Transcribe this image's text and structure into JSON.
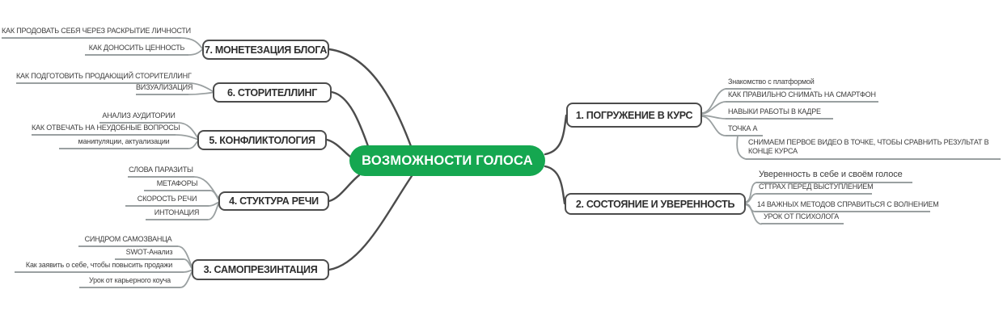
{
  "mindmap": {
    "root": {
      "label": "ВОЗМОЖНОСТИ ГОЛОСА"
    },
    "branches": [
      {
        "label": "1. ПОГРУЖЕНИЕ В КУРС",
        "side": "right",
        "children": [
          {
            "label": "Знакомство  с платформой"
          },
          {
            "label": "КАК ПРАВИЛЬНО СНИМАТЬ НА СМАРТФОН"
          },
          {
            "label": "НАВЫКИ РАБОТЫ В КАДРЕ"
          },
          {
            "label": "ТОЧКА А",
            "children": [
              {
                "label": "СНИМАЕМ ПЕРВОЕ ВИДЕО В ТОЧКЕ, ЧТОБЫ СРАВНИТЬ РЕЗУЛЬТАТ В КОНЦЕ КУРСА"
              }
            ]
          }
        ]
      },
      {
        "label": "2. СОСТОЯНИЕ И УВЕРЕННОСТЬ",
        "side": "right",
        "children": [
          {
            "label": "Уверенность в себе и своём голосе"
          },
          {
            "label": "СТТРАХ ПЕРЕД ВЫСТУПЛЕНИЕМ"
          },
          {
            "label": "14 ВАЖНЫХ МЕТОДОВ СПРАВИТЬСЯ С ВОЛНЕНИЕМ"
          },
          {
            "label": "УРОК ОТ ПСИХОЛОГА"
          }
        ]
      },
      {
        "label": "3. САМОПРЕЗИНТАЦИЯ",
        "side": "left",
        "children": [
          {
            "label": "СИНДРОМ САМОЗВАНЦА"
          },
          {
            "label": "SWOT-Анализ"
          },
          {
            "label": "Как заявить о себе, чтобы повысить продажи"
          },
          {
            "label": "Урок от карьерного коуча"
          }
        ]
      },
      {
        "label": "4. СТУКТУРА РЕЧИ",
        "side": "left",
        "children": [
          {
            "label": "СЛОВА ПАРАЗИТЫ"
          },
          {
            "label": "МЕТАФОРЫ"
          },
          {
            "label": "СКОРОСТЬ РЕЧИ"
          },
          {
            "label": "ИНТОНАЦИЯ"
          }
        ]
      },
      {
        "label": "5. КОНФЛИКТОЛОГИЯ",
        "side": "left",
        "children": [
          {
            "label": "АНАЛИЗ АУДИТОРИИ"
          },
          {
            "label": "КАК ОТВЕЧАТЬ НА НЕУДОБНЫЕ ВОПРОСЫ"
          },
          {
            "label": "манипуляции, актуализации"
          }
        ]
      },
      {
        "label": "6. СТОРИТЕЛЛИНГ",
        "side": "left",
        "children": [
          {
            "label": "КАК ПОДГОТОВИТЬ ПРОДАЮЩИЙ СТОРИТЕЛЛИНГ"
          },
          {
            "label": "ВИЗУАЛИЗАЦИЯ"
          }
        ]
      },
      {
        "label": "7. МОНЕТЕЗАЦИЯ БЛОГА",
        "side": "left",
        "children": [
          {
            "label": "КАК ПРОДОВАТЬ СЕБЯ ЧЕРЕЗ РАСКРЫТИЕ ЛИЧНОСТИ"
          },
          {
            "label": "КАК ДОНОСИТЬ ЦЕННОСТЬ"
          }
        ]
      }
    ],
    "colors": {
      "background": "#ffffff",
      "root_bg": "#15a750",
      "root_text": "#ffffff",
      "node_border": "#4c4c4c",
      "node_text": "#2e2e2e",
      "edge_main": "#4c4c4c",
      "edge_sub": "#9aa0a1",
      "sub_text": "#3d3d3d"
    }
  }
}
